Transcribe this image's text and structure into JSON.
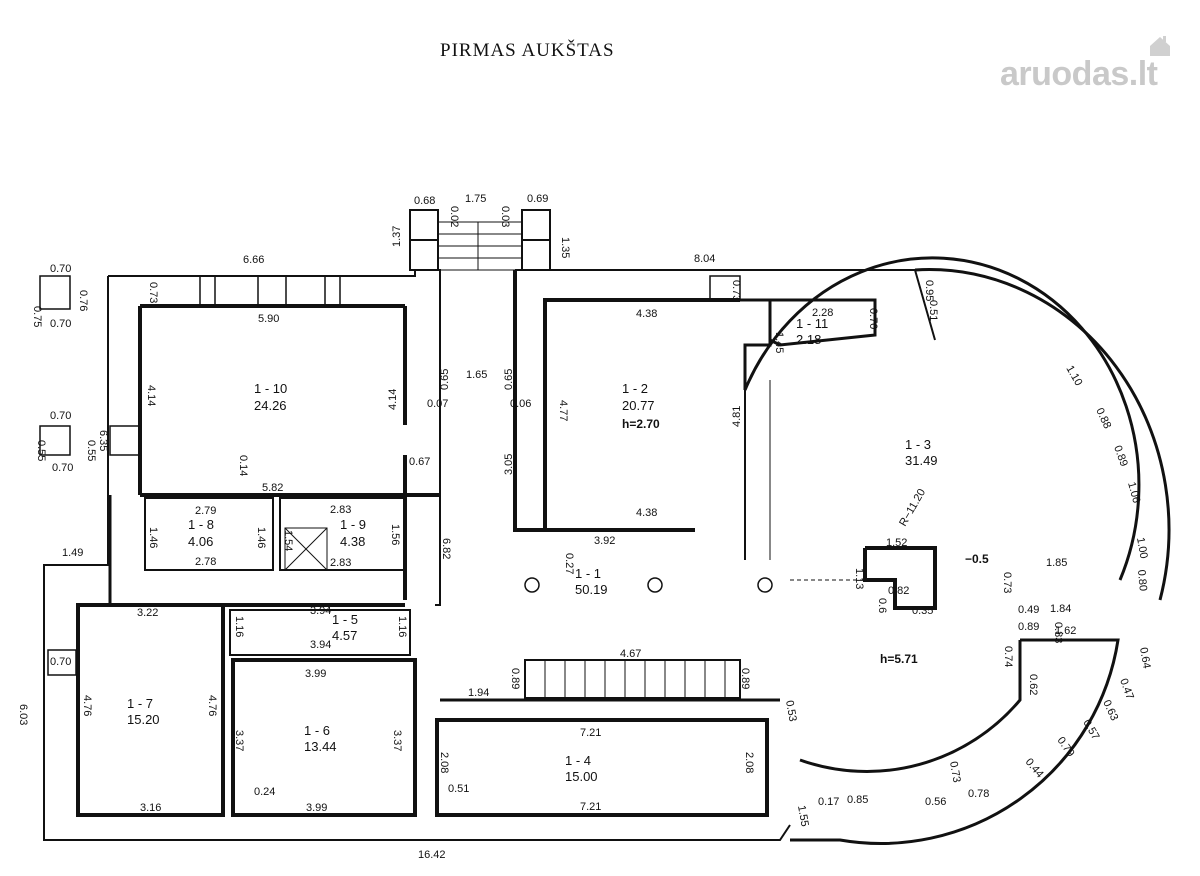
{
  "title": "PIRMAS AUKŠTAS",
  "logo": "aruodas.lt",
  "rooms": [
    {
      "id": "1 - 1",
      "area": "50.19"
    },
    {
      "id": "1 - 2",
      "area": "20.77"
    },
    {
      "id": "1 - 3",
      "area": "31.49"
    },
    {
      "id": "1 - 4",
      "area": "15.00"
    },
    {
      "id": "1 - 5",
      "area": "4.57"
    },
    {
      "id": "1 - 6",
      "area": "13.44"
    },
    {
      "id": "1 - 7",
      "area": "15.20"
    },
    {
      "id": "1 - 8",
      "area": "4.06"
    },
    {
      "id": "1 - 9",
      "area": "4.38"
    },
    {
      "id": "1 - 10",
      "area": "24.26"
    },
    {
      "id": "1 - 11",
      "area": "2.18"
    }
  ],
  "heights": [
    "h=2.70",
    "h=5.71",
    "−0.5"
  ],
  "radius": "R−11.20",
  "dimensions": [
    "0.68",
    "0.02",
    "1.75",
    "0.03",
    "0.69",
    "1.37",
    "1.35",
    "0.70",
    "0.75",
    "0.76",
    "0.70",
    "6.66",
    "0.73",
    "5.90",
    "4.14",
    "4.14",
    "0.65",
    "0.07",
    "0.70",
    "0.55",
    "0.55",
    "6.35",
    "0.70",
    "0.14",
    "5.82",
    "0.67",
    "1.65",
    "0.65",
    "0.06",
    "3.05",
    "4.77",
    "4.38",
    "4.81",
    "4.38",
    "3.92",
    "0.27",
    "8.04",
    "0.73",
    "0.95",
    "0.51",
    "2.28",
    "0.70",
    "1.45",
    "1.10",
    "0.88",
    "0.89",
    "1.06",
    "1.00",
    "0.80",
    "1.52",
    "1.13",
    "0.82",
    "0.6",
    "0.35",
    "0.73",
    "1.85",
    "0.49",
    "1.84",
    "0.89",
    "0.83",
    "1.62",
    "0.74",
    "0.62",
    "0.64",
    "0.47",
    "0.63",
    "0.57",
    "0.79",
    "0.44",
    "0.73",
    "0.78",
    "0.56",
    "0.85",
    "0.17",
    "1.55",
    "0.53",
    "2.79",
    "1.46",
    "1.46",
    "2.78",
    "2.83",
    "1.54",
    "1.56",
    "2.83",
    "6.82",
    "1.49",
    "3.22",
    "3.94",
    "1.16",
    "1.16",
    "3.94",
    "0.70",
    "4.76",
    "4.76",
    "6.03",
    "3.99",
    "3.37",
    "3.37",
    "0.24",
    "3.99",
    "3.16",
    "4.67",
    "0.89",
    "0.89",
    "1.94",
    "7.21",
    "2.08",
    "2.08",
    "0.51",
    "7.21",
    "16.42"
  ]
}
